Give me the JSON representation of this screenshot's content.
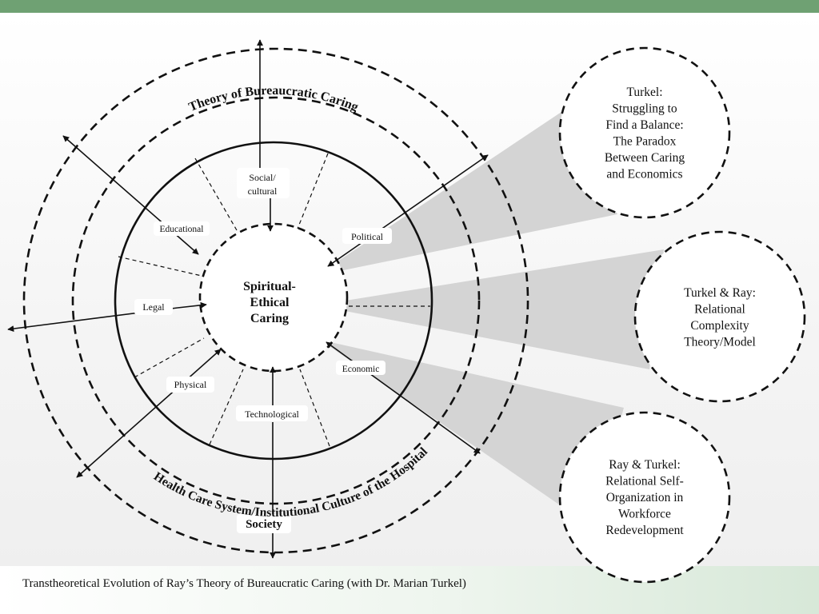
{
  "colors": {
    "top_bar": "#6fa173",
    "cone_fill": "#d4d4d4",
    "ink": "#111111"
  },
  "outer_ring_label": "Theory of Bureaucratic Caring",
  "middle_ring_label": "Health Care System/Institutional Culture of the Hospital",
  "society_label": "Society",
  "center": {
    "line1": "Spiritual-",
    "line2": "Ethical",
    "line3": "Caring"
  },
  "dimensions": {
    "social_cultural_1": "Social/",
    "social_cultural_2": "cultural",
    "educational": "Educational",
    "political": "Political",
    "legal": "Legal",
    "physical": "Physical",
    "economic": "Economic",
    "technological": "Technological"
  },
  "bubbles": [
    {
      "lines": [
        "Turkel:",
        "Struggling to",
        "Find a Balance:",
        "The Paradox",
        "Between Caring",
        "and Economics"
      ]
    },
    {
      "lines": [
        "Turkel & Ray:",
        "Relational",
        "Complexity",
        "Theory/Model"
      ]
    },
    {
      "lines": [
        "Ray & Turkel:",
        "Relational Self-",
        "Organization in",
        "Workforce",
        "Redevelopment"
      ]
    }
  ],
  "caption": "Transtheoretical Evolution of Ray’s Theory of Bureaucratic Caring (with Dr. Marian Turkel)"
}
